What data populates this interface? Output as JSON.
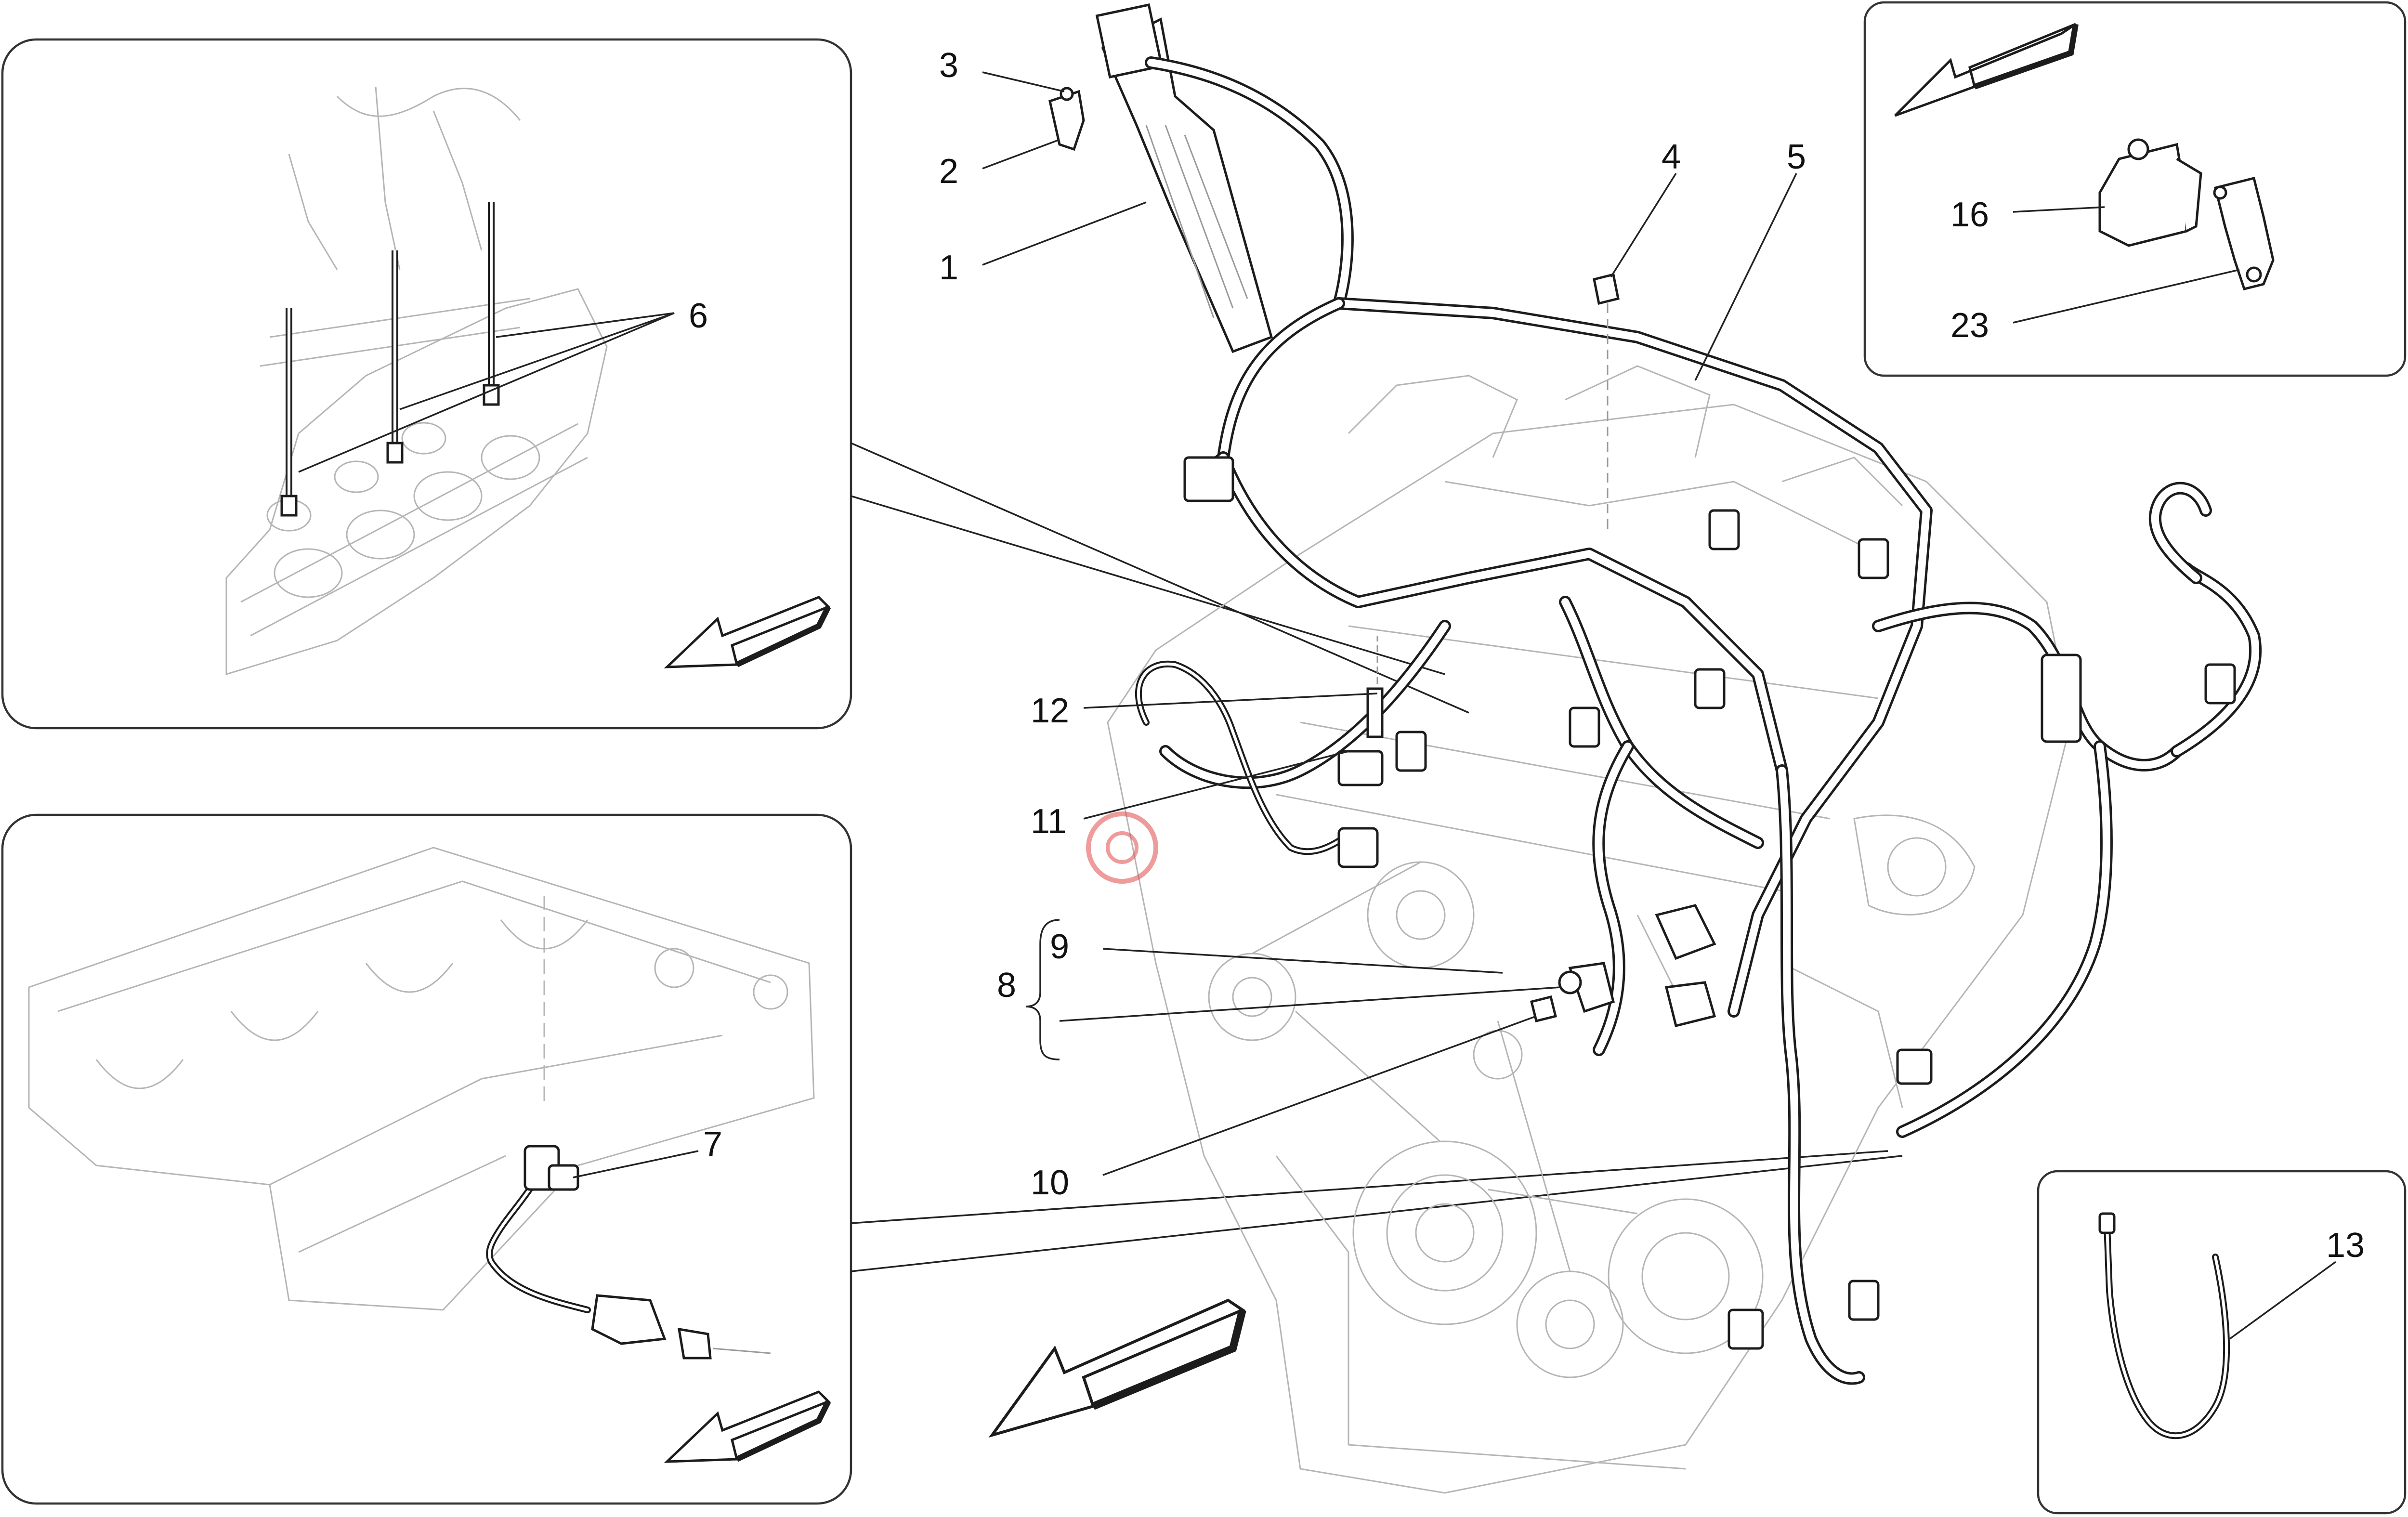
{
  "callouts": {
    "c1": "1",
    "c2": "2",
    "c3": "3",
    "c4": "4",
    "c5": "5",
    "c6": "6",
    "c7": "7",
    "c8": "8",
    "c9": "9",
    "c10": "10",
    "c11": "11",
    "c12": "12",
    "c13": "13",
    "c16": "16",
    "c23": "23"
  },
  "icons": {
    "view_arrow": "view-direction-arrow-icon",
    "brace": "group-brace"
  },
  "colors": {
    "line": "#1c1c1c",
    "ghost_line": "#b5b5b5",
    "watermark": "#e04a4a",
    "background": "#ffffff"
  }
}
